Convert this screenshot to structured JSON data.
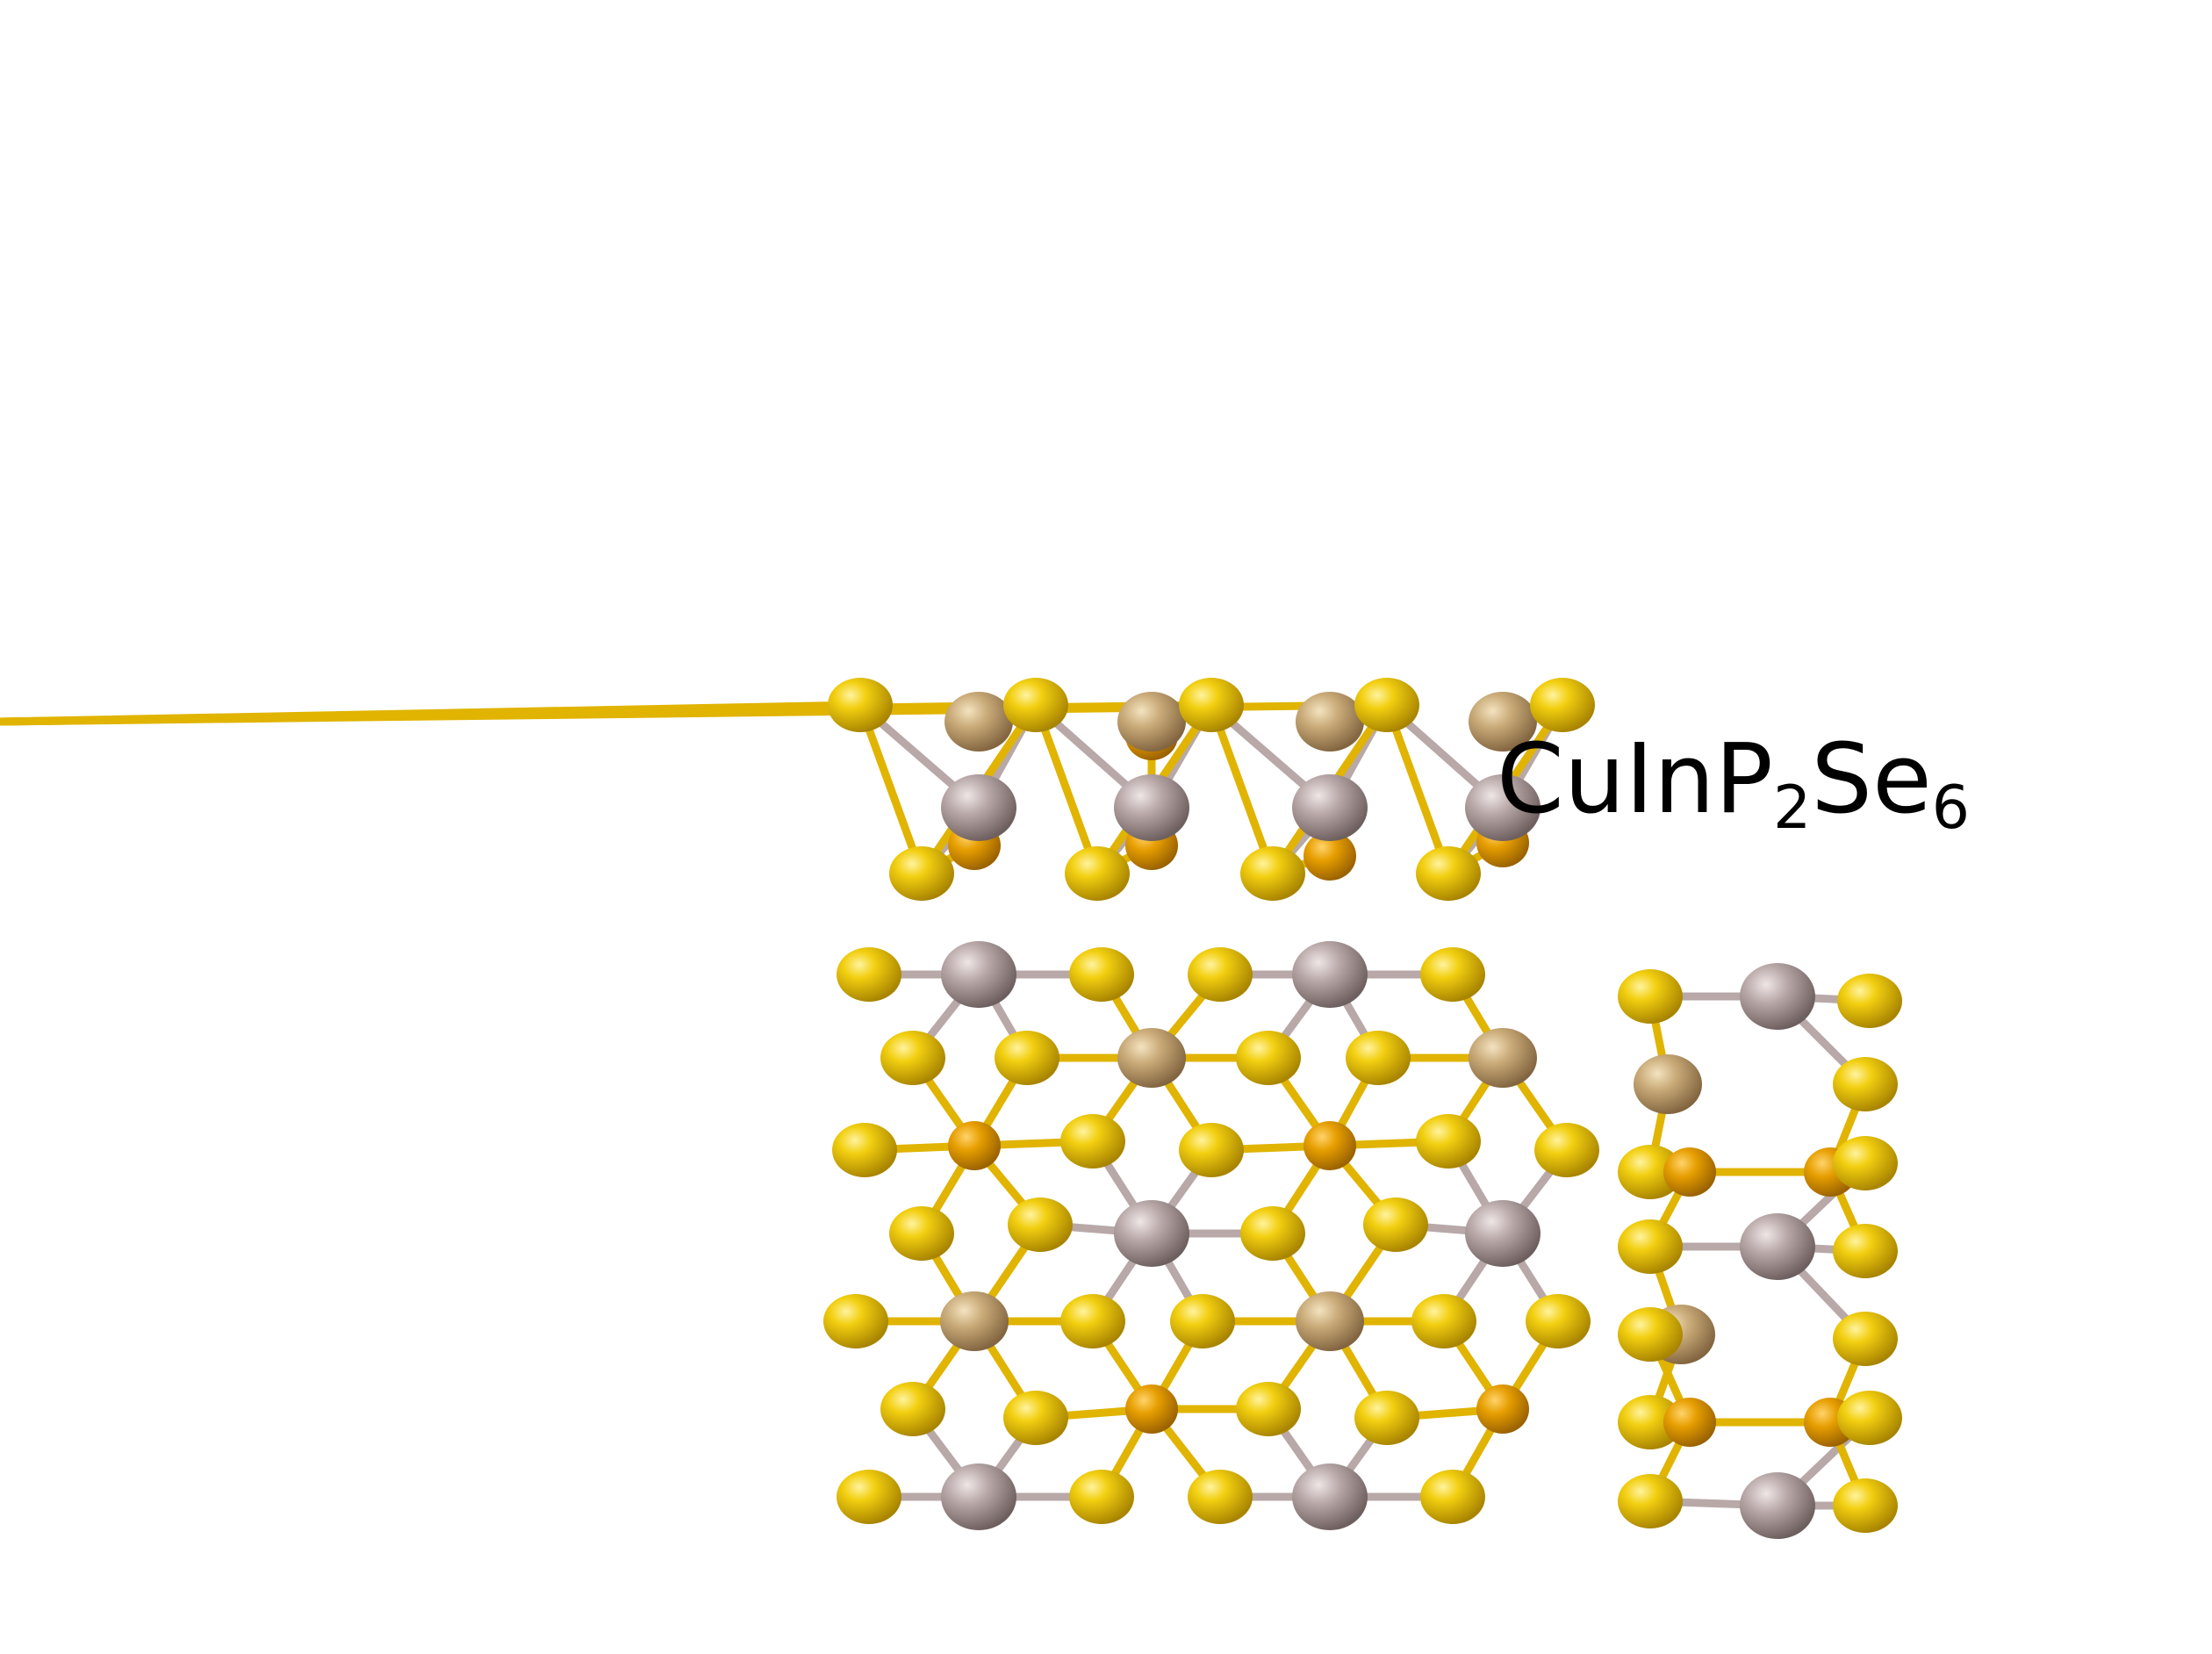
{
  "label": {
    "main": "CuInP",
    "sub1": "2",
    "mid": "Se",
    "sub2": "6"
  },
  "colors": {
    "selenium": "#e6c200",
    "indium": "#b5a3a3",
    "copper": "#c8aa78",
    "phosphorus": "#e8a000",
    "bond_se": "#e0b400",
    "bond_in": "#b8a8a8"
  },
  "elements": [
    "selenium",
    "indium",
    "copper",
    "phosphorus"
  ]
}
